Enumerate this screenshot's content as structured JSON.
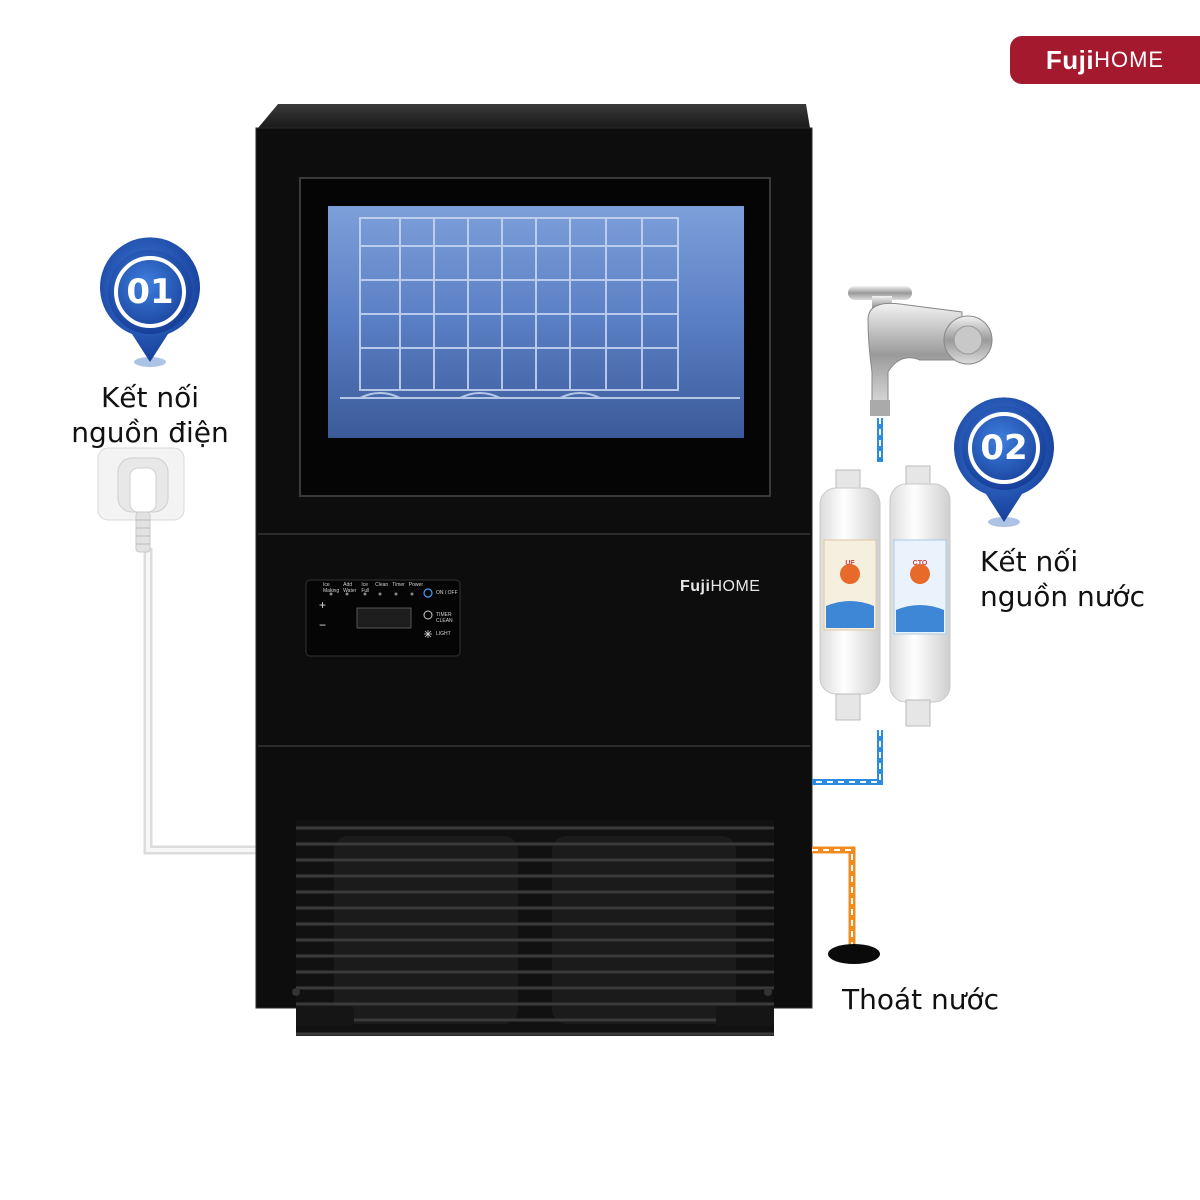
{
  "brand": {
    "part1": "Fuji",
    "part2": "HOME"
  },
  "machine_brand": {
    "part1": "Fuji",
    "part2": "HOME"
  },
  "markers": [
    {
      "number": "01",
      "label_lines": [
        "Kết nối",
        "nguồn điện"
      ]
    },
    {
      "number": "02",
      "label_lines": [
        "Kết nối",
        "nguồn nước"
      ]
    }
  ],
  "drain_label": "Thoát nước",
  "control_panel": {
    "top_labels": [
      "Ice Making",
      "Add Water",
      "Ice Full",
      "Clean",
      "Timer",
      "Power"
    ],
    "buttons": [
      "ON / OFF",
      "TIMER CLEAN",
      "LIGHT"
    ],
    "plus": "+",
    "minus": "−"
  },
  "filters": [
    {
      "label": "UF"
    },
    {
      "label": "CTO"
    }
  ],
  "colors": {
    "brand_red": "#a5192e",
    "marker_blue": "#1f57b8",
    "water_line": "#2a8be0",
    "drain_line": "#f08c1e",
    "machine_body": "#0d0d0d"
  }
}
